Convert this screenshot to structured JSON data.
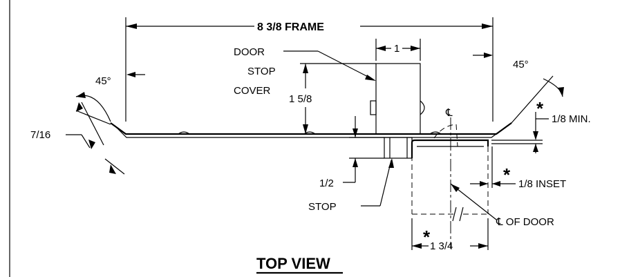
{
  "labels": {
    "frame": "8 3/8 FRAME",
    "door_stop_cover_line1": "DOOR",
    "door_stop_cover_line2": "STOP",
    "door_stop_cover_line3": "COVER",
    "cover_width": "1",
    "cover_height": "1 5/8",
    "angle_left": "45°",
    "angle_right": "45°",
    "return_depth": "7/16",
    "min_clearance": "1/8 MIN.",
    "inset": "1/8 INSET",
    "stop_depth": "1/2",
    "stop": "STOP",
    "centerline_symbol": "℄",
    "centerline_of_door": "℄ OF DOOR",
    "door_thickness": "1 3/4",
    "asterisk": "*",
    "view_title": "TOP VIEW"
  }
}
